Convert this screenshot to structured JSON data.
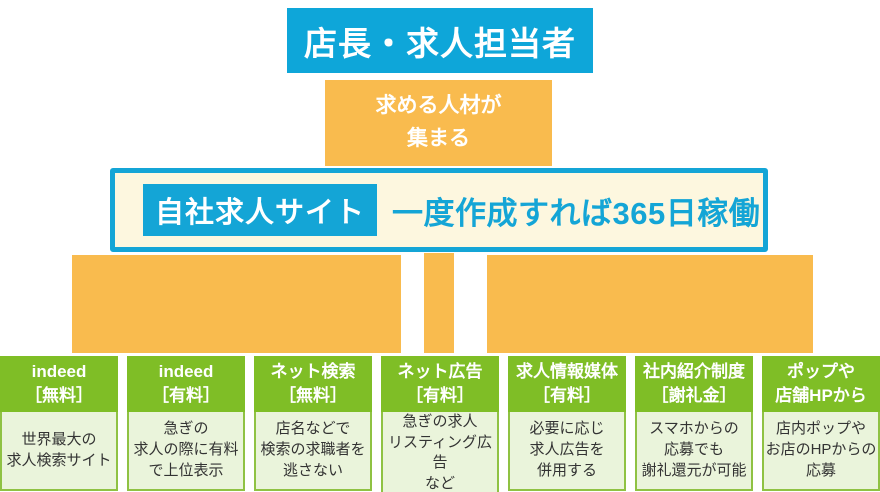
{
  "colors": {
    "cyan": "#14a5d6",
    "orange": "#f9bb4e",
    "header_green": "#7fbe26",
    "body_green": "#eaf4db",
    "cream": "#fdf7df",
    "body_text": "#333333"
  },
  "top_box": {
    "label": "店長・求人担当者"
  },
  "collect_box": {
    "label": "求める人材が\n集まる"
  },
  "banner": {
    "badge": "自社求人サイト",
    "text": "一度作成すれば365日稼働"
  },
  "columns": [
    {
      "header": "indeed\n［無料］",
      "body": "世界最大の\n求人検索サイト"
    },
    {
      "header": "indeed\n［有料］",
      "body": "急ぎの\n求人の際に有料\nで上位表示"
    },
    {
      "header": "ネット検索\n［無料］",
      "body": "店名などで\n検索の求職者を\n逃さない"
    },
    {
      "header": "ネット広告\n［有料］",
      "body": "急ぎの求人\nリスティング広告\nなど"
    },
    {
      "header": "求人情報媒体\n［有料］",
      "body": "必要に応じ\n求人広告を\n併用する"
    },
    {
      "header": "社内紹介制度\n［謝礼金］",
      "body": "スマホからの\n応募でも\n謝礼還元が可能"
    },
    {
      "header": "ポップや\n店舗HPから",
      "body": "店内ポップや\nお店のHPからの\n応募"
    }
  ]
}
